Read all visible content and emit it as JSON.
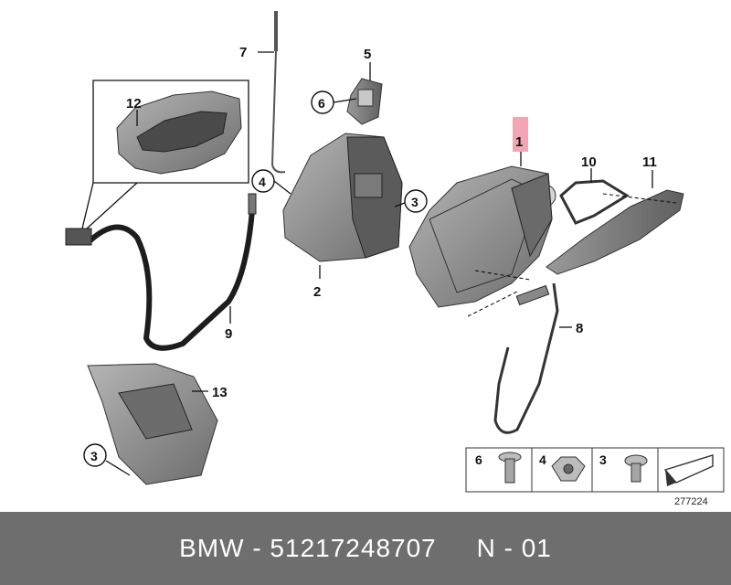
{
  "labels": {
    "l1": "1",
    "l2": "2",
    "l3a": "3",
    "l3b": "3",
    "l4": "4",
    "l5": "5",
    "l6": "6",
    "l7": "7",
    "l8": "8",
    "l9": "9",
    "l10": "10",
    "l11": "11",
    "l12": "12",
    "l13": "13"
  },
  "legend": {
    "items": [
      "6",
      "4",
      "3"
    ],
    "code": "277224"
  },
  "footer": {
    "brand": "BMW",
    "part_number": "51217248707",
    "variant": "N - 01",
    "text": "BMW - 51217248707     N - 01"
  },
  "colors": {
    "highlight": "#f2a6b4",
    "footer_bg": "#6e6e6e",
    "part_gray": "#8c8c8c"
  }
}
